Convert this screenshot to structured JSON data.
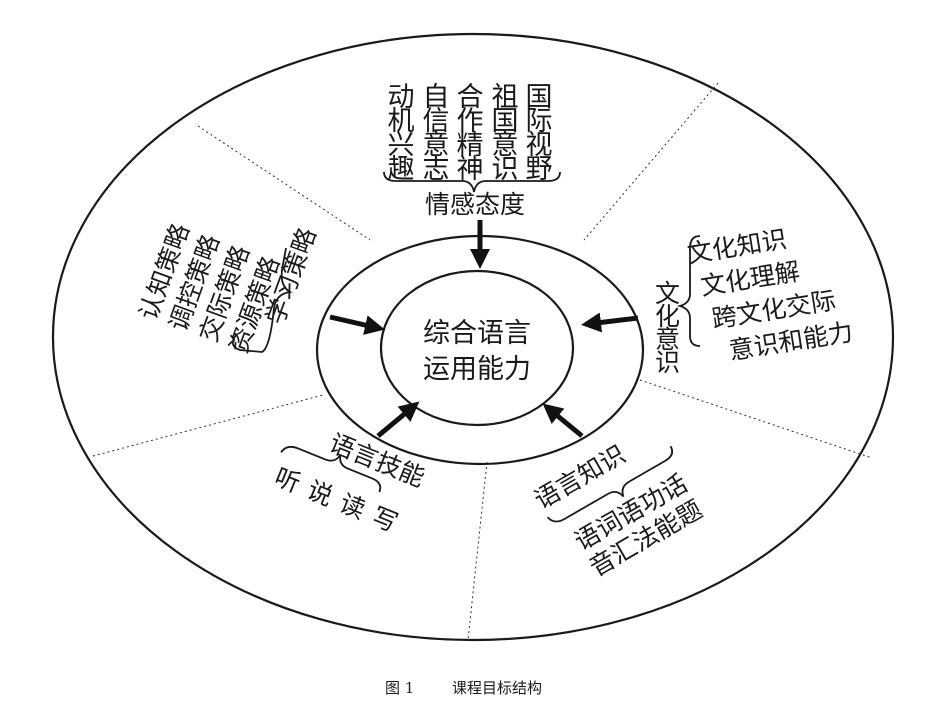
{
  "center": {
    "line1": "综合语言",
    "line2": "运用能力"
  },
  "affect": {
    "title": "情感态度",
    "columns": [
      "国际视野",
      "祖国意识",
      "合作精神",
      "自信意志",
      "动机兴趣"
    ]
  },
  "culture": {
    "title": "文化意识",
    "items": [
      "文化知识",
      "文化理解",
      "跨文化交际",
      "意识和能力"
    ]
  },
  "strategy": {
    "title": "学习策略",
    "lines": [
      "资源策略",
      "交际策略",
      "调控策略",
      "认知策略"
    ]
  },
  "skills": {
    "title": "语言技能",
    "content": "听说读写"
  },
  "knowledge": {
    "title": "语言知识",
    "line1": "语词语功话",
    "line2": "音汇法能题"
  },
  "caption": {
    "figure": "图 1",
    "text": "课程目标结构"
  }
}
